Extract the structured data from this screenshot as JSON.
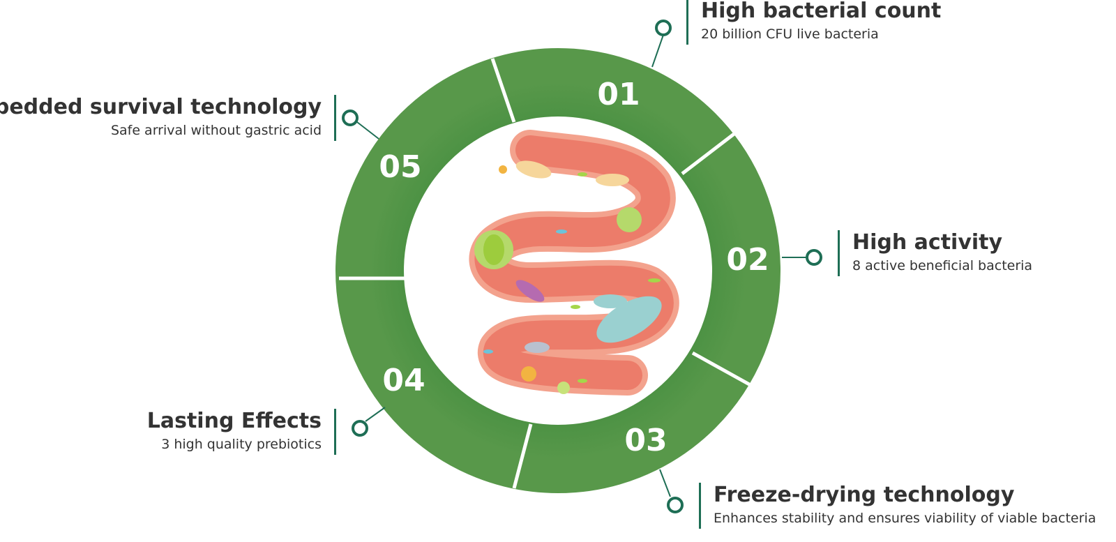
{
  "colors": {
    "ring": "#4e9446",
    "ring_divider": "#ffffff",
    "accent": "#1e6e55",
    "gut_outer": "#f3a28d",
    "gut_inner": "#ec7c6a",
    "text": "#333333"
  },
  "segments": [
    {
      "number": "01",
      "title": "High bacterial count",
      "description": "20 billion CFU live bacteria"
    },
    {
      "number": "02",
      "title": "High activity",
      "description": "8 active beneficial bacteria"
    },
    {
      "number": "03",
      "title": "Freeze-drying technology",
      "description": "Enhances stability and ensures viability of viable bacteria"
    },
    {
      "number": "04",
      "title": "Lasting Effects",
      "description": "3 high quality prebiotics"
    },
    {
      "number": "05",
      "title": "Embedded survival technology",
      "description": "Safe arrival without gastric acid"
    }
  ],
  "center_image": "intestine-with-bacteria-illustration"
}
